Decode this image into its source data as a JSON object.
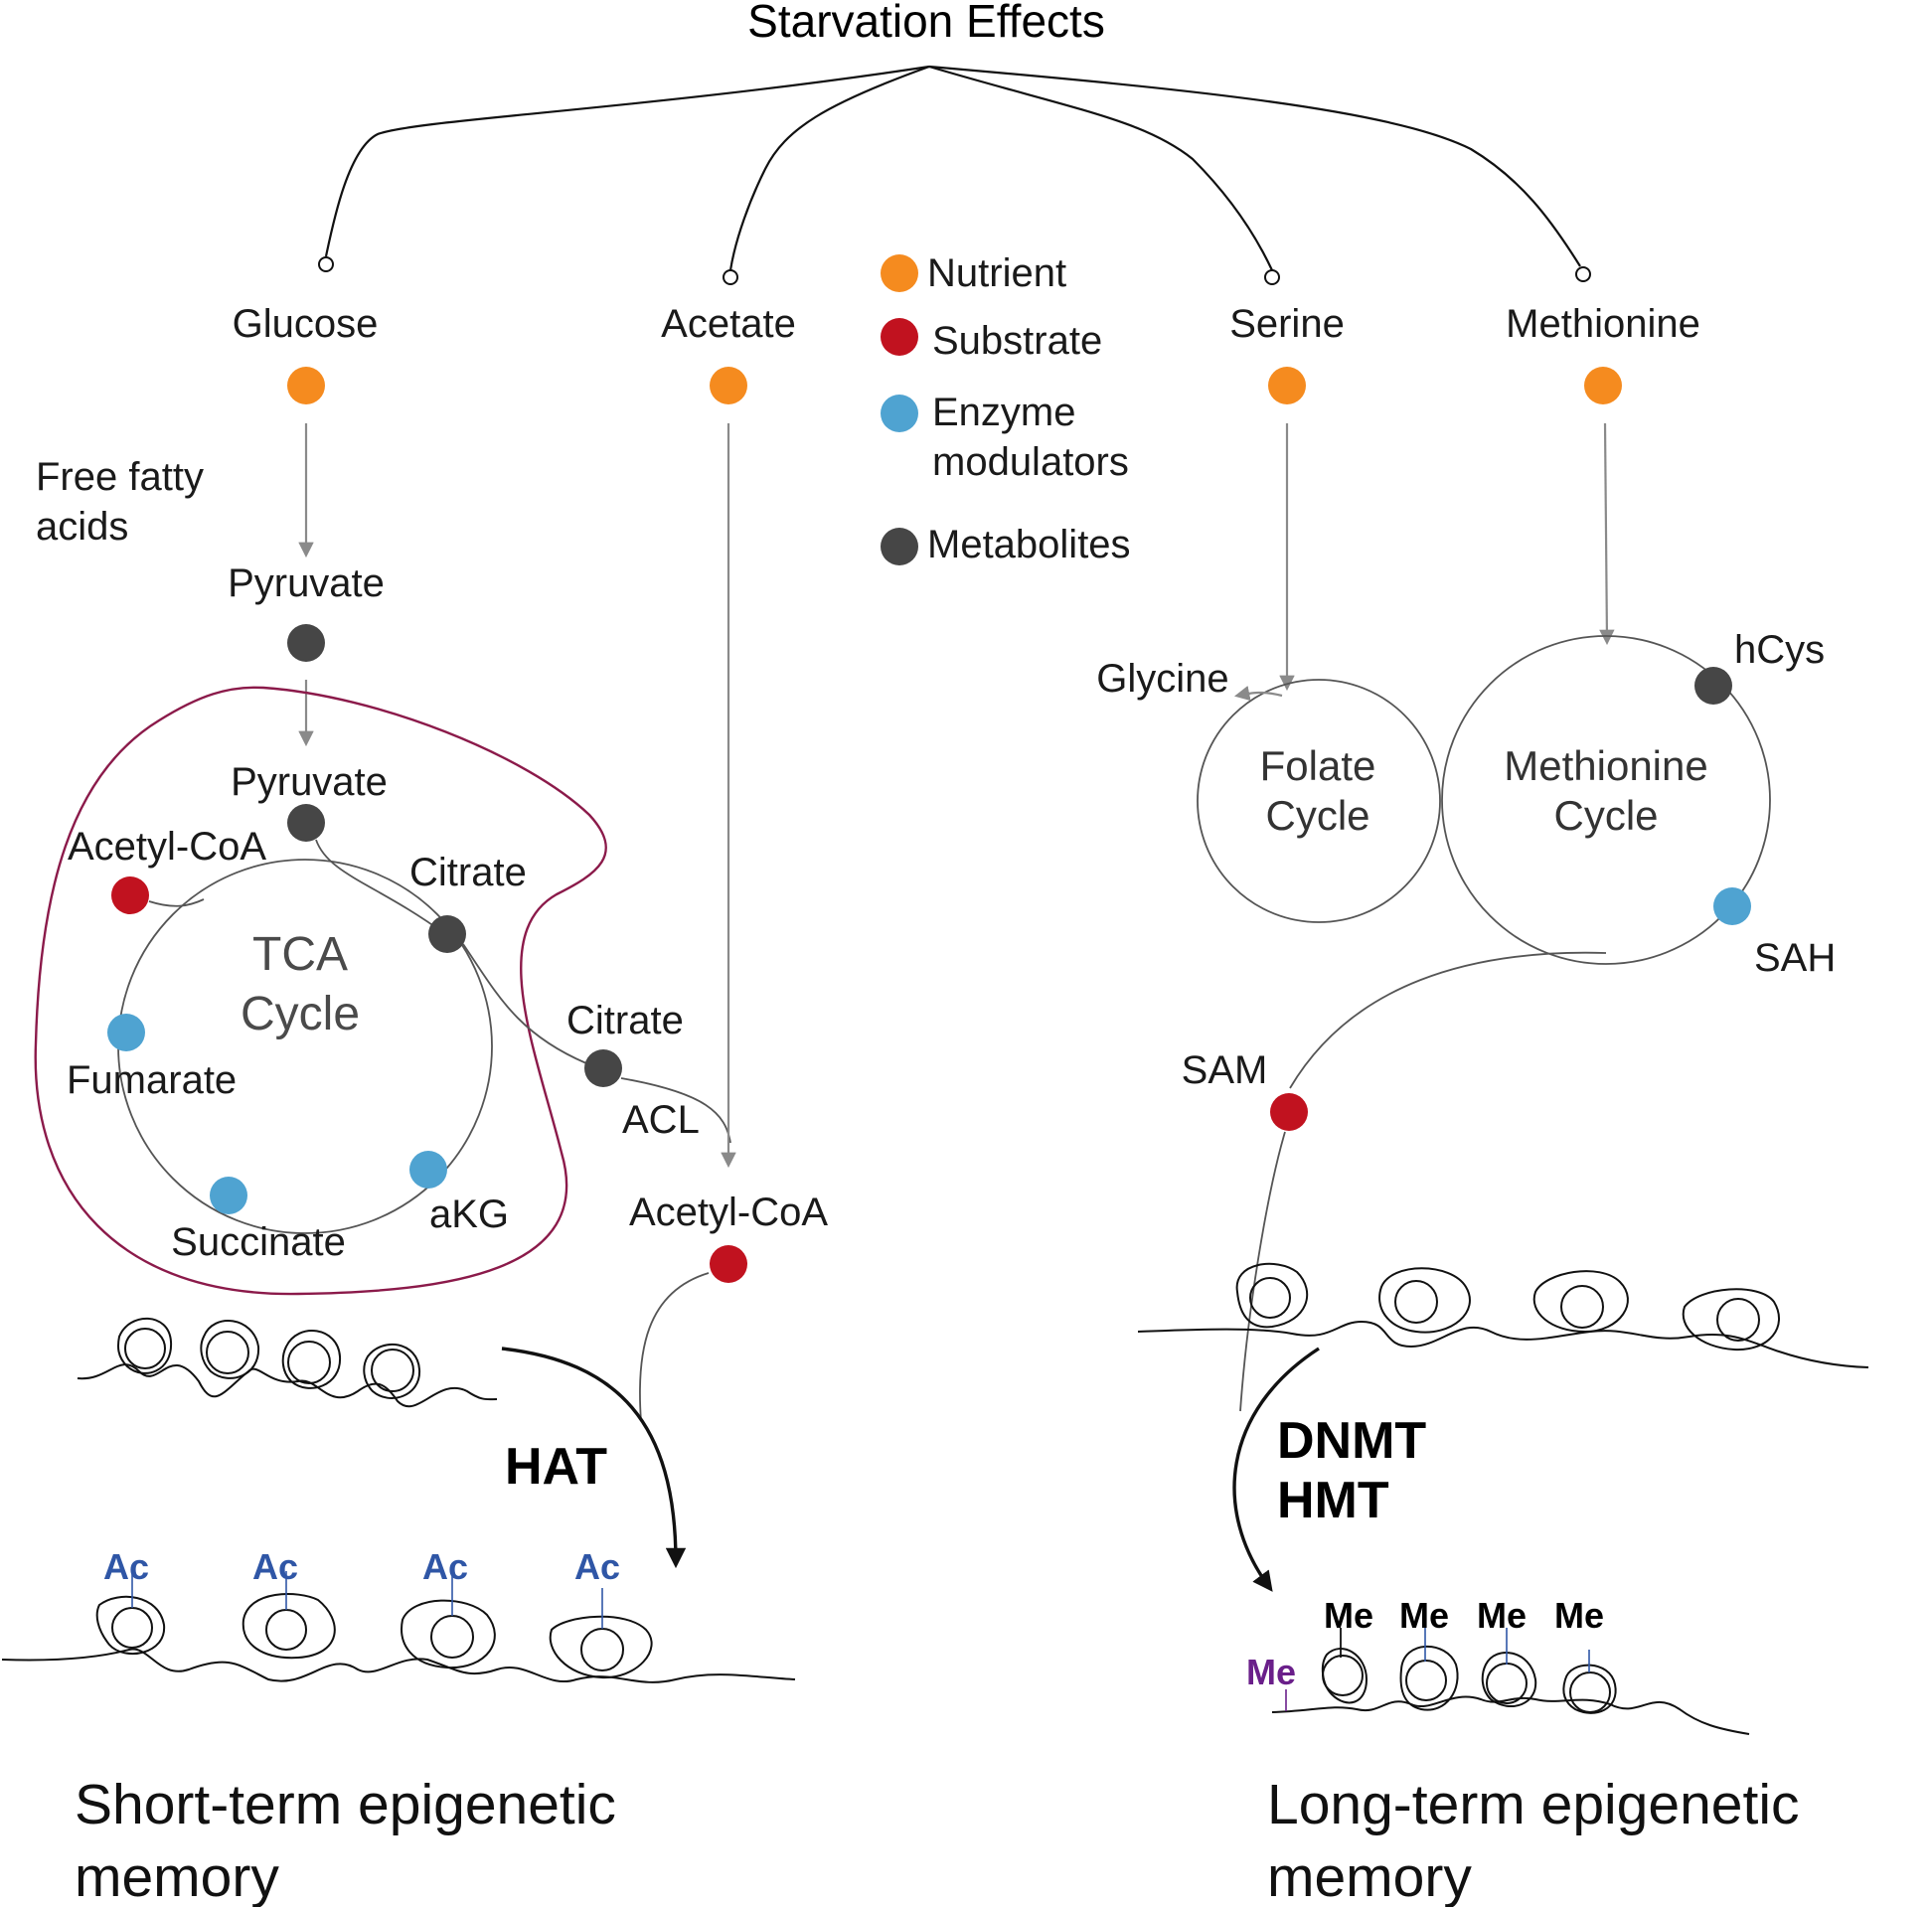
{
  "title": "Starvation Effects",
  "legend": {
    "nutrient": "Nutrient",
    "substrate": "Substrate",
    "enzyme_line1": "Enzyme",
    "enzyme_line2": "modulators",
    "metabolites": "Metabolites"
  },
  "nutrients": {
    "glucose": "Glucose",
    "acetate": "Acetate",
    "serine": "Serine",
    "methionine": "Methionine"
  },
  "left": {
    "ffa_line1": "Free fatty",
    "ffa_line2": "acids",
    "pyruvate_outer": "Pyruvate",
    "pyruvate_inner": "Pyruvate",
    "acetyl_coa_inner": "Acetyl-CoA",
    "citrate_inner": "Citrate",
    "tca_line1": "TCA",
    "tca_line2": "Cycle",
    "fumarate": "Fumarate",
    "succinate": "Succinate",
    "akg": "aKG",
    "citrate_outer": "Citrate",
    "acl": "ACL",
    "acetyl_coa_outer": "Acetyl-CoA",
    "enzyme": "HAT",
    "mark": "Ac",
    "memory_line1": "Short-term epigenetic",
    "memory_line2": "memory"
  },
  "right": {
    "glycine": "Glycine",
    "folate_line1": "Folate",
    "folate_line2": "Cycle",
    "methionine_cycle_line1": "Methionine",
    "methionine_cycle_line2": "Cycle",
    "hcys": "hCys",
    "sah": "SAH",
    "sam": "SAM",
    "enzyme_line1": "DNMT",
    "enzyme_line2": "HMT",
    "mark": "Me",
    "memory_line1": "Long-term epigenetic",
    "memory_line2": "memory"
  },
  "colors": {
    "nutrient": "#f58b1f",
    "substrate": "#c1121f",
    "enzyme_modulator": "#4fa3d1",
    "metabolite": "#464646",
    "mitochondrion": "#8b1a4a",
    "acetyl_mark": "#2f56a6",
    "methyl_mark_dna": "#6a1f8a"
  }
}
